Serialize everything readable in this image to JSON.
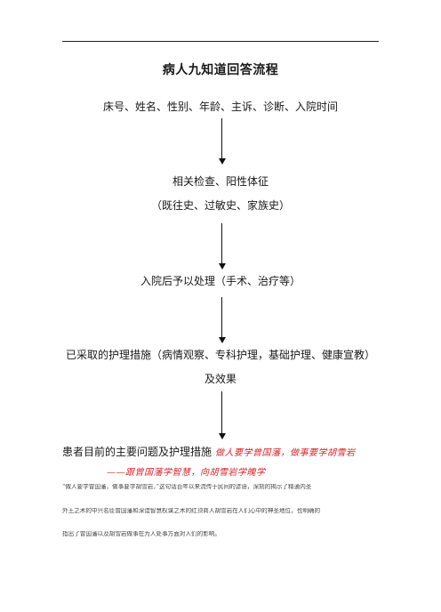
{
  "document": {
    "title": "病人九知道回答流程",
    "steps": [
      "床号、姓名、性别、年龄、主诉、诊断、入院时间",
      "相关检查、阳性体征",
      "（既往史、过敏史、家族史）",
      "入院后予以处理（手术、治疗等）",
      "已采取的护理措施（病情观察、专科护理，基础护理、健康宣教）",
      "及效果",
      "患者目前的主要问题及护理措施"
    ],
    "motto": {
      "line1": "做人要学曾国藩，做事要学胡雪岩",
      "line2": "——跟曾国藩学智慧，向胡雪岩学魄学"
    },
    "paragraph": {
      "line1": "“做人要学曾国藩，做事要学胡雪岩，”这句话百年以来流传于民间的谚语，深刻的揭示了精通内圣",
      "line2": "外王之术的中兴名臣曾国藩和深谙智慧权谋之术的红顶商人胡雪岩在人们心中的神圣地位，也明确的",
      "line3": "指出了曾国藩以及胡雪岩做事在为人处事方面对人们的影响。"
    }
  }
}
